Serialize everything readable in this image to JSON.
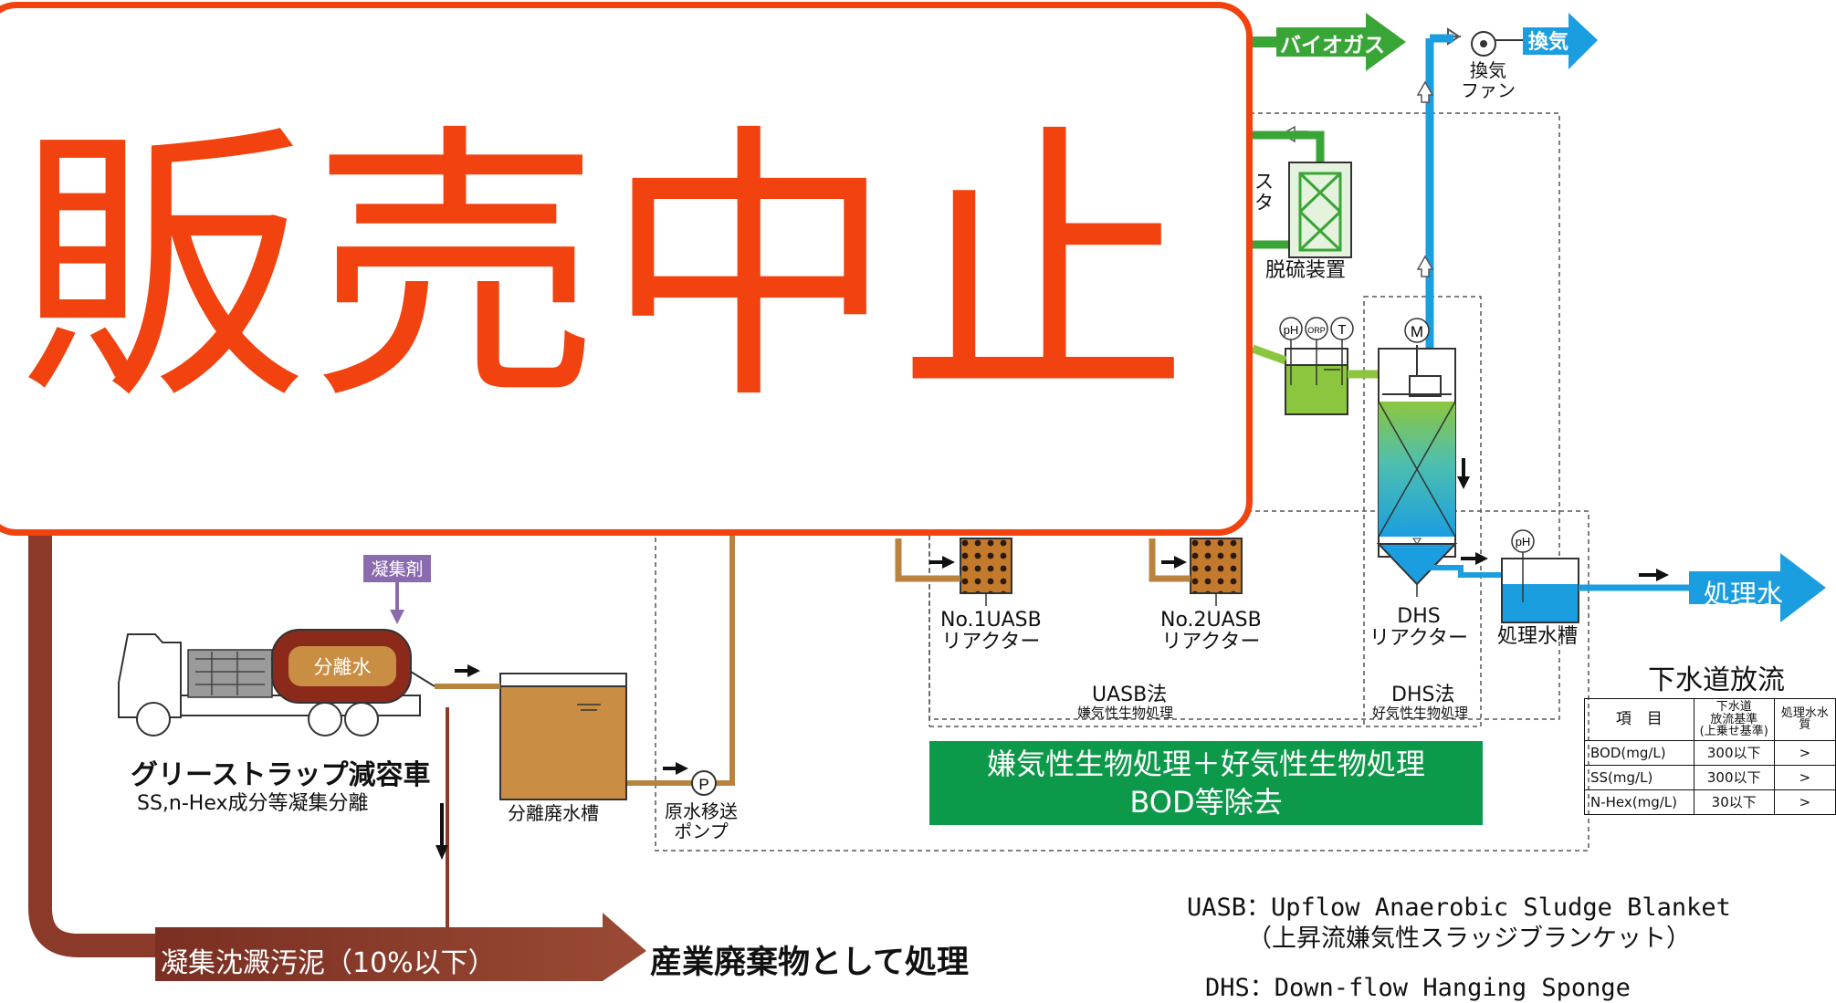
{
  "banner": {
    "text": "販売中止"
  },
  "outputs": {
    "biogas": "バイオガス",
    "ventilation": "換気",
    "treated_water": "処理水"
  },
  "equipment": {
    "fan": "換気\nファン",
    "desulfurizer": "脱硫装置",
    "desulf_partial": "ス\nタ",
    "uasb1": "No.1UASB\nリアクター",
    "uasb2": "No.2UASB\nリアクター",
    "dhs": "DHS\nリアクター",
    "treated_tank": "処理水槽",
    "separation_tank": "分離廃水槽",
    "pump": "原水移送\nポンプ",
    "coagulant": "凝集剤",
    "separated_water": "分離水"
  },
  "instruments": {
    "ph": "pH",
    "orp": "ORP",
    "t": "T",
    "m": "M",
    "p": "P"
  },
  "sections": {
    "uasb_title": "UASB法",
    "uasb_sub": "嫌気性生物処理",
    "dhs_title": "DHS法",
    "dhs_sub": "好気性生物処理"
  },
  "green_box": {
    "line1": "嫌気性生物処理＋好気性生物処理",
    "line2": "BOD等除去"
  },
  "truck": {
    "title": "グリーストラップ減容車",
    "subtitle": "SS,n-Hex成分等凝集分離"
  },
  "sludge": {
    "label": "凝集沈澱汚泥（10%以下）",
    "disposal": "産業廃棄物として処理"
  },
  "discharge": {
    "title": "下水道放流",
    "headers": [
      "項　目",
      "下水道\n放流基準\n(上乗せ基準)",
      "処理水水質"
    ],
    "rows": [
      {
        "item": "BOD(mg/L)",
        "standard": "300以下",
        "compare": ">"
      },
      {
        "item": "SS(mg/L)",
        "standard": "300以下",
        "compare": ">"
      },
      {
        "item": "N-Hex(mg/L)",
        "standard": "30以下",
        "compare": ">"
      }
    ]
  },
  "glossary": {
    "uasb": "UASB：Upflow Anaerobic Sludge Blanket",
    "uasb_jp": "（上昇流嫌気性スラッジブランケット）",
    "dhs": "DHS：Down-flow Hanging Sponge"
  },
  "colors": {
    "banner": "#f1420f",
    "biogas": "#3aa537",
    "ventilation": "#1b9ee0",
    "treated_water": "#1b9ee0",
    "sludge": "#8b3a2a",
    "pipe": "#b8833f",
    "green_box": "#0c9a4a",
    "coagulant": "#8a6bb0"
  }
}
